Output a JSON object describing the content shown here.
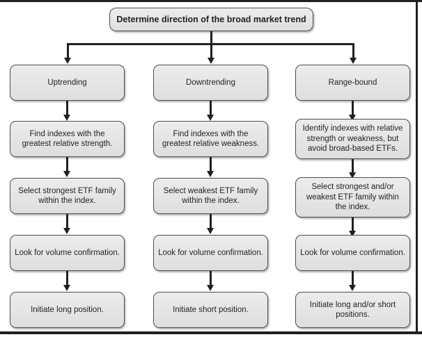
{
  "diagram": {
    "title_node": {
      "label": "Determine direction of the broad market trend"
    },
    "columns": [
      {
        "header": "Uptrending",
        "steps": [
          "Find indexes with the greatest relative strength.",
          "Select strongest ETF family within the index.",
          "Look for volume confirmation.",
          "Initiate long position."
        ]
      },
      {
        "header": "Downtrending",
        "steps": [
          "Find indexes with the greatest relative weakness.",
          "Select weakest ETF family within the index.",
          "Look for volume confirmation.",
          "Initiate short position."
        ]
      },
      {
        "header": "Range-bound",
        "steps": [
          "Identify indexes with relative strength or weakness, but avoid broad-based ETFs.",
          "Select strongest and/or weakest ETF family within the index.",
          "Look for volume confirmation.",
          "Initiate long and/or short positions."
        ]
      }
    ],
    "colors": {
      "line": "#231f20",
      "node_fill": "#e6e6e6",
      "node_border": "#4d4d4f",
      "text": "#231f20",
      "background": "#ffffff"
    }
  }
}
